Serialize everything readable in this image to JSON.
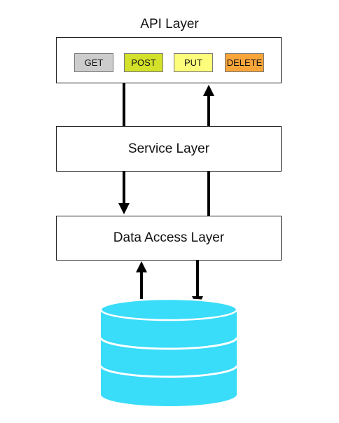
{
  "api_layer": {
    "title": "API Layer",
    "methods": [
      {
        "label": "GET",
        "color": "#cccccc"
      },
      {
        "label": "POST",
        "color": "#d3e12a"
      },
      {
        "label": "PUT",
        "color": "#fdfd7c"
      },
      {
        "label": "DELETE",
        "color": "#f9a53a"
      }
    ]
  },
  "service_layer": {
    "label": "Service Layer"
  },
  "data_access_layer": {
    "label": "Data Access Layer"
  },
  "database": {
    "icon": "database-icon",
    "color": "#39dcf9",
    "stroke": "#ffffff"
  },
  "connections": [
    {
      "from": "API Layer",
      "to": "Service Layer",
      "direction": "down"
    },
    {
      "from": "Service Layer",
      "to": "API Layer",
      "direction": "up"
    },
    {
      "from": "Service Layer",
      "to": "Data Access Layer",
      "direction": "down"
    },
    {
      "from": "Data Access Layer",
      "to": "Service Layer",
      "direction": "up"
    },
    {
      "from": "Database",
      "to": "Data Access Layer",
      "direction": "up"
    },
    {
      "from": "Data Access Layer",
      "to": "Database",
      "direction": "down"
    }
  ]
}
